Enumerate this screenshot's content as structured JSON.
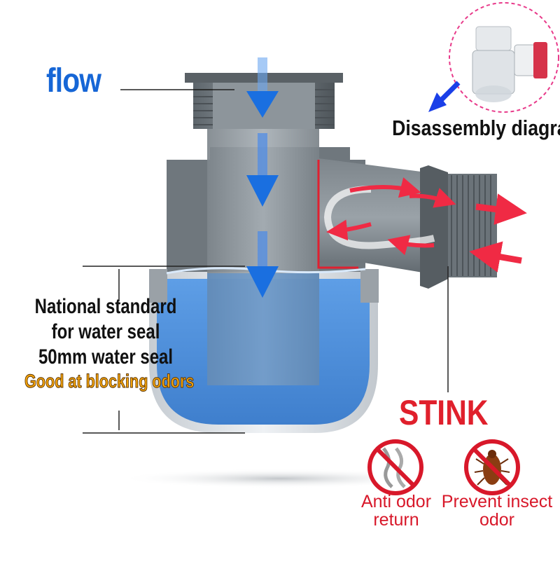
{
  "labels": {
    "flow": "flow",
    "disassembly": "Disassembly diagram",
    "standard_line1": "National standard",
    "standard_line2": "for water seal",
    "standard_line3": "50mm water seal",
    "standard_line4": "Good at blocking odors",
    "stink": "STINK"
  },
  "features": [
    {
      "label": "Anti odor return",
      "icon": "no-odor-icon"
    },
    {
      "label": "Prevent insect odor",
      "icon": "no-cockroach-icon"
    }
  ],
  "colors": {
    "water": "#4f8fd8",
    "pipe": "#6b7379",
    "flow_text": "#1666d6",
    "arrow_blue": "#1a6fe0",
    "arrow_red": "#f02a44",
    "stink": "#e0202c",
    "accent_orange": "#f2a20c"
  }
}
